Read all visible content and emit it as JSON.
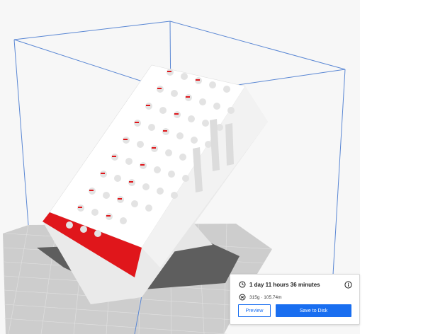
{
  "print_estimate": {
    "time_label": "1 day 11 hours 36 minutes",
    "material_label": "315g · 105.74m",
    "time_icon": "clock-icon",
    "material_icon": "spool-icon",
    "info_icon": "info-icon"
  },
  "actions": {
    "preview_label": "Preview",
    "save_label": "Save to Disk"
  },
  "colors": {
    "accent": "#196ef0",
    "build_volume_edge": "#5a87d4",
    "overhang": "#e0161b",
    "model": "#ffffff",
    "build_plate": "#c8c8c8"
  }
}
